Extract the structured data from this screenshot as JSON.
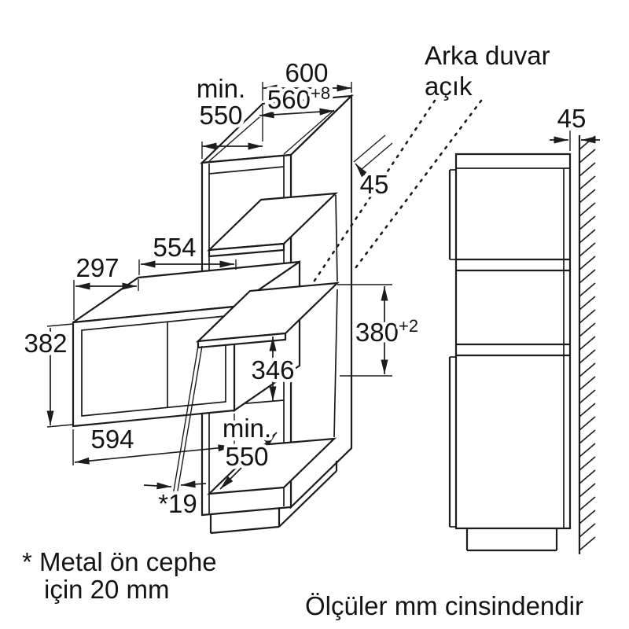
{
  "diagram": {
    "top": {
      "depth_label": "min.",
      "depth_value": "550",
      "width": "600",
      "niche_width": "560",
      "niche_width_tol": "+8"
    },
    "back_wall": {
      "line1": "Arka duvar",
      "line2": "açık"
    },
    "left": {
      "rear_gap": "45",
      "niche_height": "380",
      "niche_height_tol": "+2",
      "inner_height": "346",
      "bottom_depth_label": "min.",
      "bottom_depth_value": "550",
      "overhang": "*19"
    },
    "appliance": {
      "depth": "554",
      "half_width": "297",
      "height": "382",
      "width": "594"
    },
    "right": {
      "rear_gap": "45"
    },
    "footnote_line1": "* Metal ön cephe",
    "footnote_line2": "için 20 mm",
    "units_note": "Ölçüler mm cinsindendir"
  }
}
